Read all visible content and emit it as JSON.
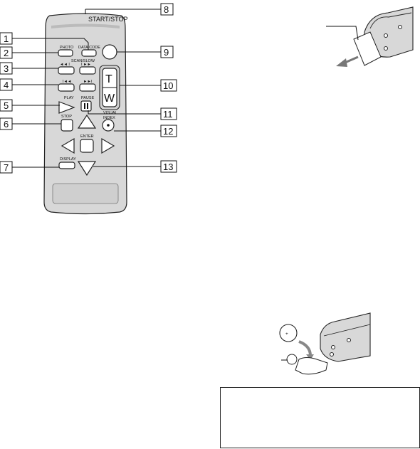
{
  "remote": {
    "start_stop_label": "START/STOP",
    "photo_label": "PHOTO",
    "data_code_label": "DATA CODE",
    "scan_slow_label": "SCAN/SLOW",
    "frame_back_label": "◄◄ I",
    "frame_fwd_label": "I ►►",
    "prev_label": "I◄◄",
    "next_label": "►►I",
    "play_label": "PLAY",
    "pause_label": "PAUSE",
    "stop_label": "STOP",
    "visual_index_label": "VISUAL",
    "index_label": "INDEX",
    "enter_label": "ENTER",
    "display_label": "DISPLAY",
    "zoom_t_label": "T",
    "zoom_w_label": "W"
  },
  "callouts": {
    "c1": "1",
    "c2": "2",
    "c3": "3",
    "c4": "4",
    "c5": "5",
    "c6": "6",
    "c7": "7",
    "c8": "8",
    "c9": "9",
    "c10": "10",
    "c11": "11",
    "c12": "12",
    "c13": "13"
  },
  "battery_figure": {
    "polarity_mark": "+"
  },
  "colors": {
    "remote_body": "#d8d8d8",
    "outline": "#222222"
  }
}
